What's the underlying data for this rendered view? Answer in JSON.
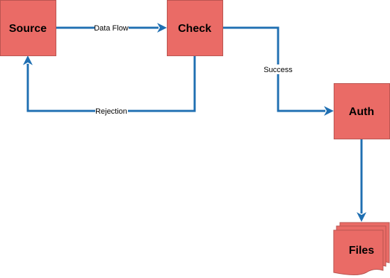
{
  "nodes": {
    "source": "Source",
    "check": "Check",
    "auth": "Auth",
    "files": "Files"
  },
  "edges": {
    "data_flow": "Data Flow",
    "success": "Success",
    "rejection": "Rejection"
  },
  "colors": {
    "node_fill": "#EA6B66",
    "node_stroke": "#B85450",
    "edge": "#1F6FB2"
  }
}
